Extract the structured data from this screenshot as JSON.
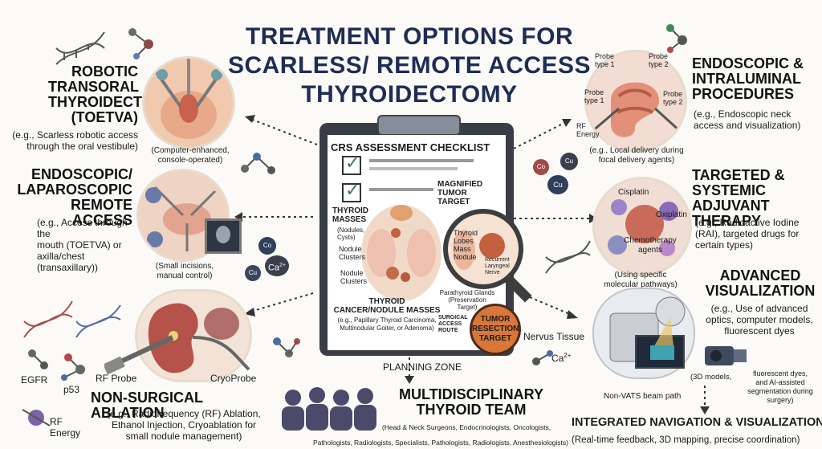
{
  "title": {
    "line1": "TREATMENT OPTIONS FOR",
    "line2": "SCARLESS/ REMOTE ACCESS",
    "line3": "THYROIDECTOMY"
  },
  "toetva": {
    "heading": [
      "ROBOTIC",
      "TRANSORAL",
      "THYROIDECTOMY",
      "(TOETVA)"
    ],
    "desc": [
      "(e.g., Scarless robotic access",
      "through the oral vestibule)"
    ],
    "caption": [
      "(Computer-enhanced,",
      "console-operated)"
    ]
  },
  "endo_lap": {
    "heading": [
      "ENDOSCOPIC/",
      "LAPAROSCOPIC",
      "REMOTE ACCESS"
    ],
    "desc": [
      "(e.g., Access through the",
      "mouth (TOETVA) or",
      "axilla/chest (transaxillary))"
    ],
    "caption": [
      "(Small incisions,",
      "manual control)"
    ]
  },
  "ablation": {
    "heading": "NON-SURGICAL ABLATION",
    "desc": [
      "(e.g., Radiofrequency (RF) Ablation,",
      "Ethanol Injection, Cryoablation for",
      "small nodule management)"
    ],
    "rf_probe": "RF Probe",
    "cryo_probe": "CryoProbe",
    "egfr": "EGFR",
    "p53": "p53",
    "rf_energy": [
      "RF",
      "Energy"
    ]
  },
  "checklist": {
    "title": "CRS ASSESSMENT CHECKLIST",
    "magnified": [
      "MAGNIFIED",
      "TUMOR",
      "TARGET"
    ],
    "thyroid_masses": [
      "THYROID",
      "MASSES"
    ],
    "masses_sub": [
      "(Nodules,",
      "Cysts)"
    ],
    "nodule_clusters_1": [
      "Nodule",
      "Clusters"
    ],
    "nodule_clusters_2": [
      "Nodule",
      "Clusters"
    ],
    "lens_labels": [
      "Thyroid",
      "Lobes",
      "Mass",
      "Nodule"
    ],
    "recurrent": [
      "Recurrent",
      "Laryngeal",
      "Nerve"
    ],
    "parathyroid": [
      "Parathyroid Glands",
      "(Preservation",
      "Target)"
    ],
    "cancer_heading": [
      "THYROID",
      "CANCER/NODULE MASSES"
    ],
    "cancer_desc": [
      "(e.g., Papillary Thyroid Carcinoma,",
      "Multinodular Goiter, or Adenoma)"
    ],
    "surgical_route": [
      "SURGICAL",
      "ACCESS",
      "ROUTE"
    ],
    "resection": [
      "TUMOR",
      "RESECTION",
      "TARGET"
    ],
    "nervus": "Nervus Tissue",
    "planning": "PLANNING ZONE"
  },
  "team": {
    "heading": [
      "MULTIDISCIPLINARY",
      "THYROID TEAM"
    ],
    "desc": [
      "(Head & Neck Surgeons, Endocrinologists, Oncologists,",
      "Pathologists, Radiologists, Specialists, Pathologists, Radiologists, Anesthesiologists)"
    ]
  },
  "endoscopic": {
    "heading": [
      "ENDOSCOPIC &",
      "INTRALUMINAL",
      "PROCEDURES"
    ],
    "desc": [
      "(e.g., Endoscopic neck",
      "access and visualization)"
    ],
    "probe_type_1a": [
      "Probe",
      "type 1"
    ],
    "probe_type_2a": [
      "Probe",
      "type 2"
    ],
    "probe_type_1b": [
      "Probe",
      "type 1"
    ],
    "probe_type_2b": [
      "Probe",
      "type 2"
    ],
    "rf_energy": [
      "RF",
      "Energy"
    ],
    "caption": [
      "(e.g., Local delivery during",
      "focal delivery agents)"
    ]
  },
  "targeted": {
    "heading": [
      "TARGETED &",
      "SYSTEMIC",
      "ADJUVANT THERAPY"
    ],
    "desc": [
      "(e.g., Radioactive Iodine",
      "(RAI), targeted drugs for",
      "certain types)"
    ],
    "cisplatin": "Cisplatin",
    "oxiplatin": "Oxiplatin",
    "chemo": [
      "Chemotherapy",
      "agents"
    ],
    "caption": [
      "(Using specific",
      "molecular pathways)"
    ]
  },
  "advanced": {
    "heading": [
      "ADVANCED",
      "VISUALIZATION"
    ],
    "desc": [
      "(e.g., Use of advanced",
      "optics, computer models,",
      "fluorescent dyes"
    ],
    "models": "(3D models,",
    "dyes": [
      "fluorescent dyes,",
      "and AI-assisted",
      "segmentation during surgery)"
    ],
    "beam": "Non-VATS beam path"
  },
  "integrated": {
    "heading": "INTEGRATED NAVIGATION & VISUALIZATION",
    "desc": "(Real-time feedback, 3D mapping, precise coordination)"
  },
  "ions": {
    "ca": "Ca",
    "ca_sup": "2+",
    "co": "Co",
    "cu": "Cu"
  },
  "colors": {
    "title": "#1f2d55",
    "arrow": "#333333",
    "clipboard": "#3a3d45",
    "paper": "#ffffff",
    "resection": "#d9773a"
  }
}
